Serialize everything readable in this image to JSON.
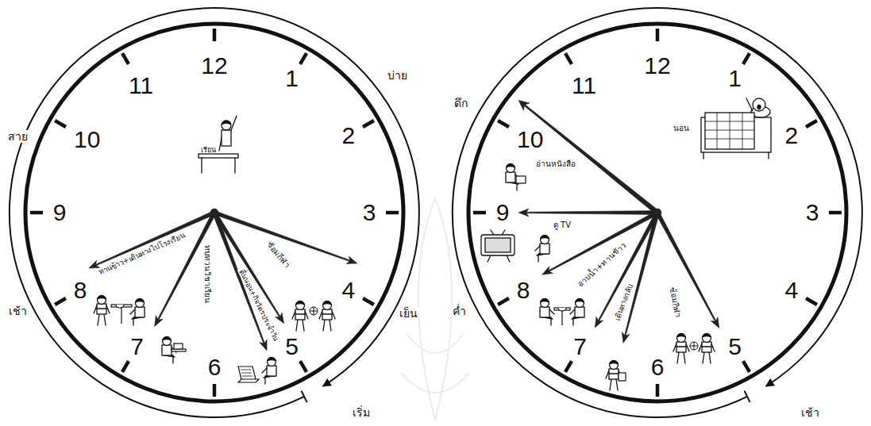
{
  "diagram": {
    "nodes": [
      {
        "text": [
          "12",
          "1",
          "2",
          "3",
          "4",
          "5",
          "6",
          "7",
          "8",
          "9",
          "10",
          "11",
          "เรียน",
          "ทานข้าว+เดินทางไปโรงเรียน",
          "ทบทวนวิชาเรียน",
          "ตื่นนอน+กิจวัตรประจำวัน",
          "ซ้อมกีฬา",
          "สาย",
          "บ่าย",
          "เช้า",
          "เย็น",
          "เริ่ม"
        ]
      },
      {
        "text": [
          "12",
          "1",
          "2",
          "3",
          "4",
          "5",
          "6",
          "7",
          "8",
          "9",
          "10",
          "11",
          "นอน",
          "อ่านหนังสือ",
          "ดู TV",
          "อาบน้ำ+ทานข้าว",
          "เดินทางกลับ",
          "ซ้อมกีฬา",
          "ดึก",
          "ค่ำ",
          "เช้า"
        ]
      }
    ]
  }
}
